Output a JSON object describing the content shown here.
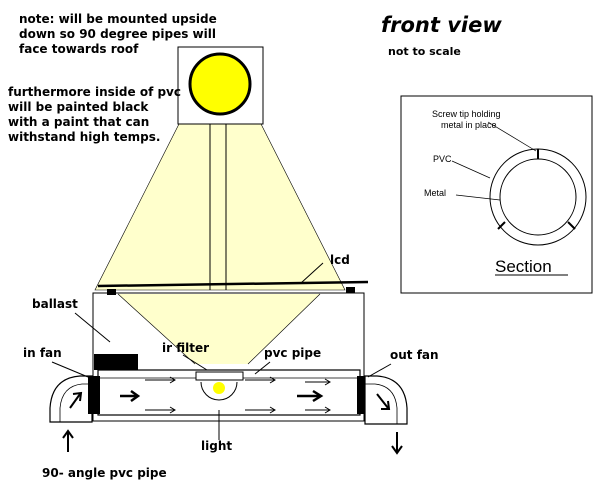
{
  "note_lines": [
    "note: will be mounted upside",
    "down so 90 degree pipes will",
    "face towards roof"
  ],
  "paint_lines": [
    "furthermore inside of pvc",
    "will be painted black",
    "with a paint that can",
    "withstand high temps."
  ],
  "title": "front view",
  "subtitle": "not to scale",
  "labels": {
    "lcd": "lcd",
    "ballast": "ballast",
    "in_fan": "in fan",
    "ir_filter": "ir filter",
    "pvc_pipe": "pvc pipe",
    "out_fan": "out fan",
    "light": "light",
    "angle_pipe": "90- angle pvc pipe"
  },
  "section": {
    "screw_line1": "Screw tip holding",
    "screw_line2": "metal in place",
    "pvc": "PVC",
    "metal": "Metal",
    "title": "Section"
  },
  "colors": {
    "lamp": "#ffff00",
    "beam": "#ffffcc",
    "ink": "#000000"
  }
}
